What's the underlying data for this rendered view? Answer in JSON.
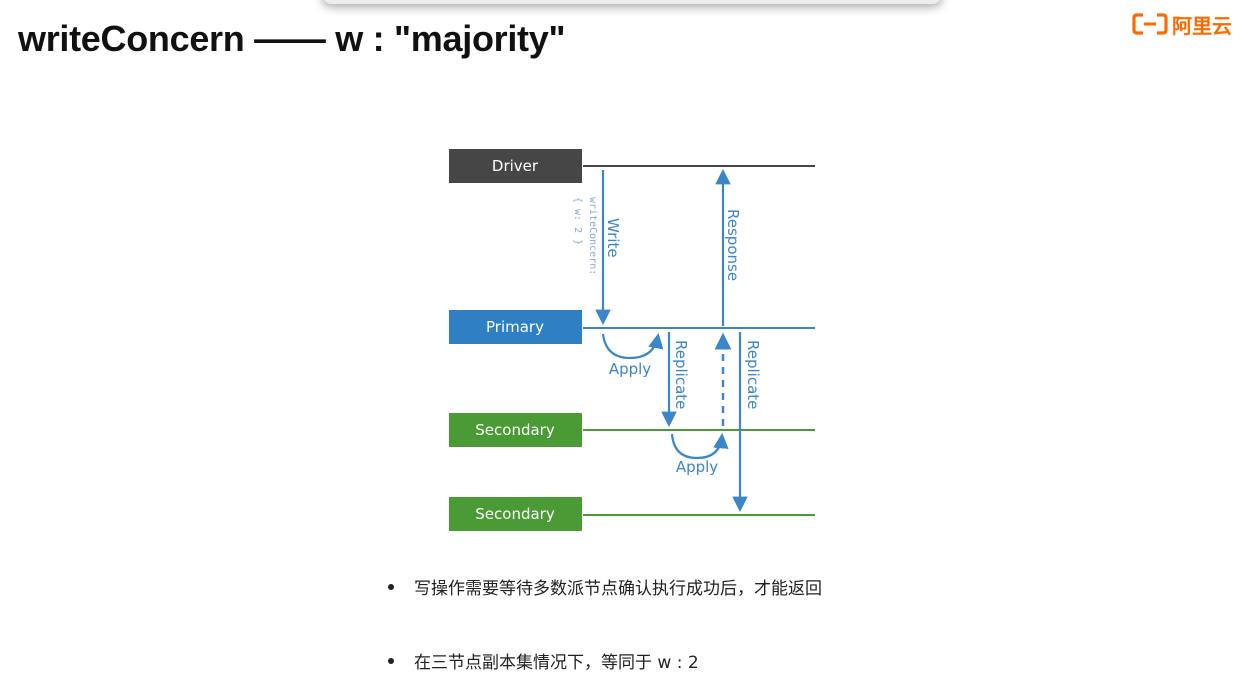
{
  "slide": {
    "title": "writeConcern —— w : \"majority\""
  },
  "logo": {
    "brand_text": "阿里云",
    "color": "#ff6a00"
  },
  "diagram": {
    "nodes": {
      "driver": "Driver",
      "primary": "Primary",
      "secondary_1": "Secondary",
      "secondary_2": "Secondary"
    },
    "arrows": {
      "write": "Write",
      "write_concern_line1": "writeConcern:",
      "write_concern_line2": "{ w: 2 }",
      "response": "Response",
      "replicate_1": "Replicate",
      "replicate_2": "Replicate",
      "apply_1": "Apply",
      "apply_2": "Apply"
    },
    "colors": {
      "driver": "#464646",
      "primary": "#2f7fc4",
      "secondary": "#4a9a35",
      "arrow": "#3a86c8"
    }
  },
  "bullets": [
    "写操作需要等待多数派节点确认执行成功后，才能返回",
    "在三节点副本集情况下，等同于 w : 2"
  ]
}
